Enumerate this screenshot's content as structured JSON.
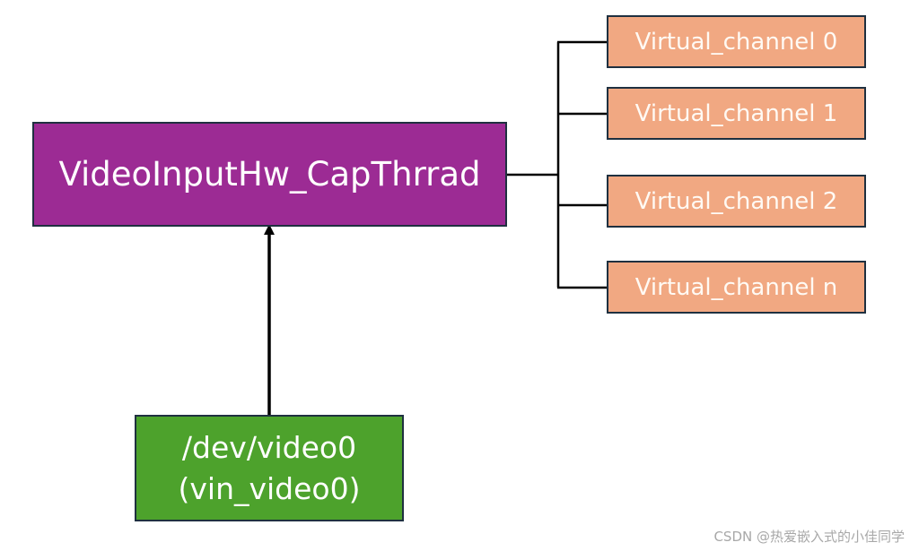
{
  "capture_thread": {
    "label": "VideoInputHw_CapThrrad"
  },
  "device": {
    "path": "/dev/video0",
    "name": "(vin_video0)"
  },
  "virtual_channels": [
    {
      "label": "Virtual_channel 0"
    },
    {
      "label": "Virtual_channel 1"
    },
    {
      "label": "Virtual_channel 2"
    },
    {
      "label": "Virtual_channel n"
    }
  ],
  "watermark": "CSDN @热爱嵌入式的小佳同学",
  "colors": {
    "capture_thread_fill": "#9c2b94",
    "device_fill": "#4da22c",
    "virtual_channel_fill": "#f1a882",
    "border": "#1f3040",
    "connector": "#000000"
  }
}
